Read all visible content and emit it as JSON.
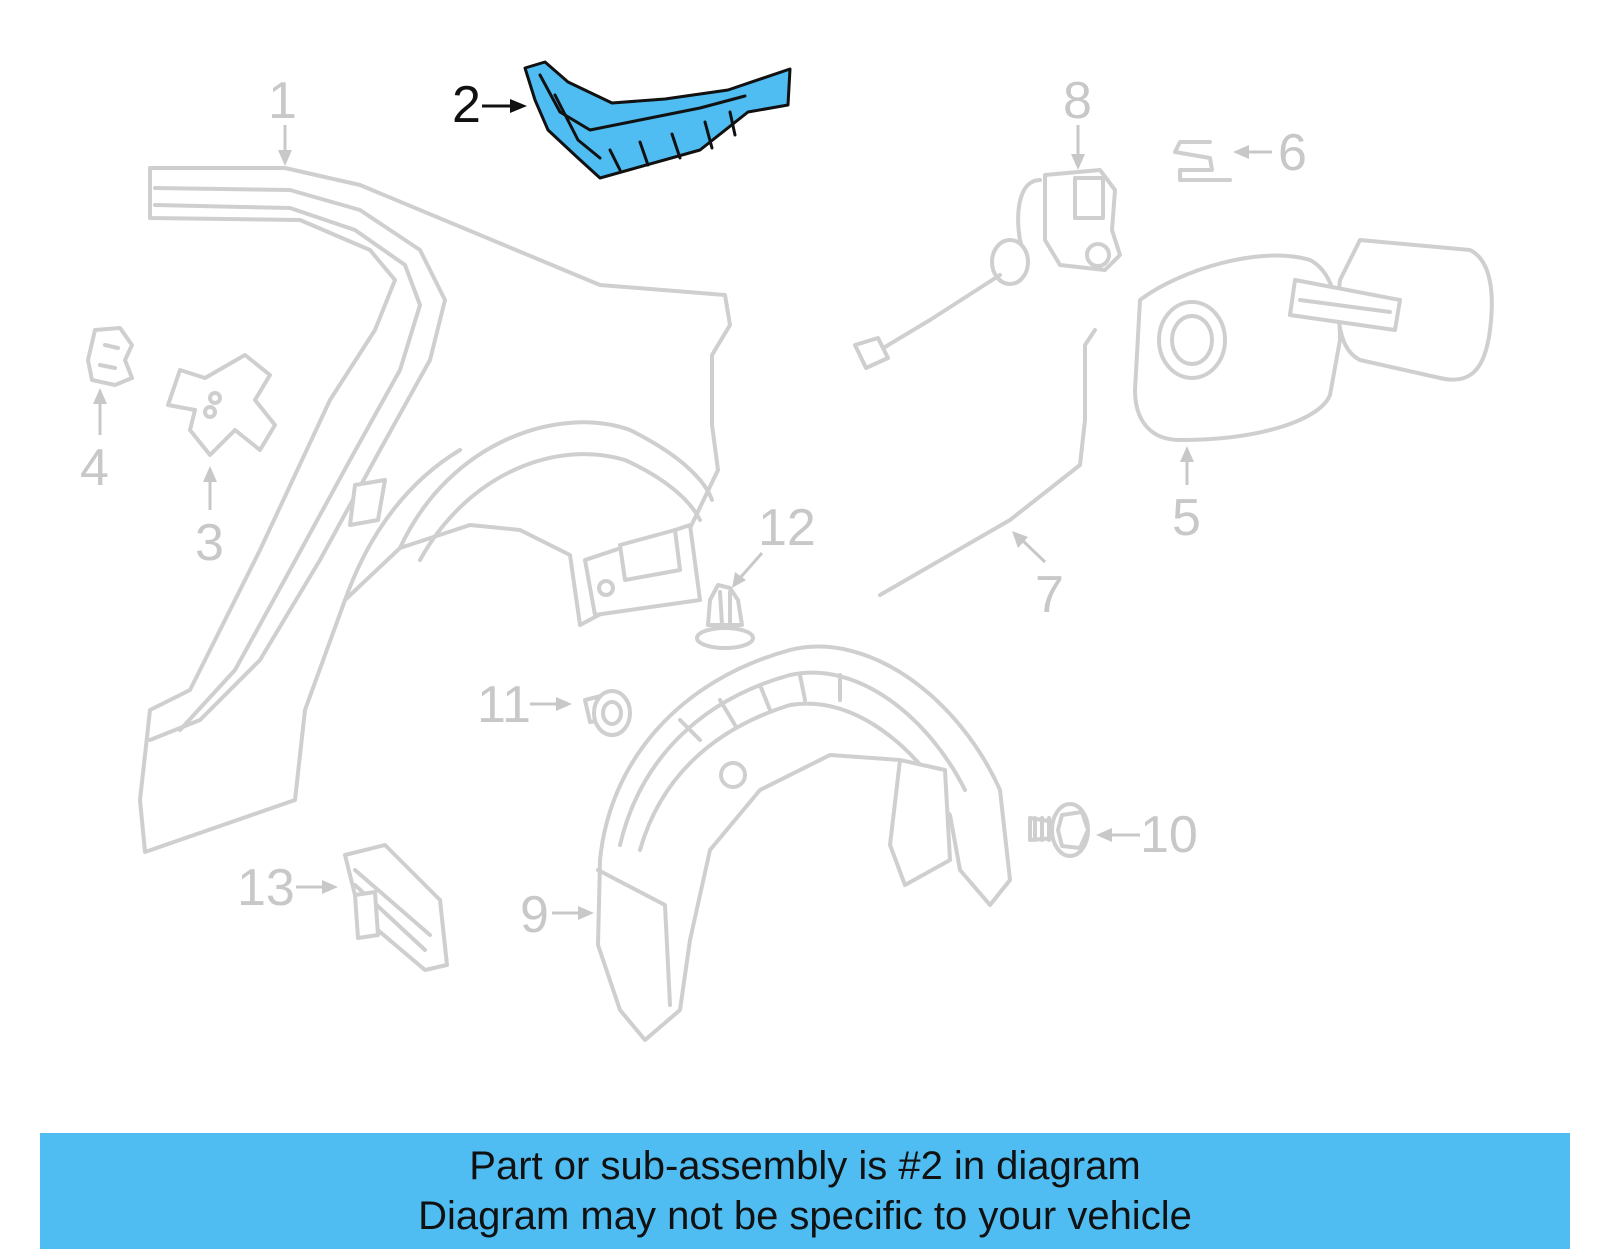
{
  "diagram": {
    "highlight_color": "#4fbcf2",
    "part_outline_color": "#cfcfcf",
    "callouts": [
      {
        "id": "1",
        "label": "1"
      },
      {
        "id": "2",
        "label": "2",
        "highlighted": true
      },
      {
        "id": "3",
        "label": "3"
      },
      {
        "id": "4",
        "label": "4"
      },
      {
        "id": "5",
        "label": "5"
      },
      {
        "id": "6",
        "label": "6"
      },
      {
        "id": "7",
        "label": "7"
      },
      {
        "id": "8",
        "label": "8"
      },
      {
        "id": "9",
        "label": "9"
      },
      {
        "id": "10",
        "label": "10"
      },
      {
        "id": "11",
        "label": "11"
      },
      {
        "id": "12",
        "label": "12"
      },
      {
        "id": "13",
        "label": "13"
      }
    ]
  },
  "banner": {
    "background": "#4fbcf2",
    "line1": "Part or sub-assembly is #2 in diagram",
    "line2": "Diagram may not be specific to your vehicle"
  }
}
